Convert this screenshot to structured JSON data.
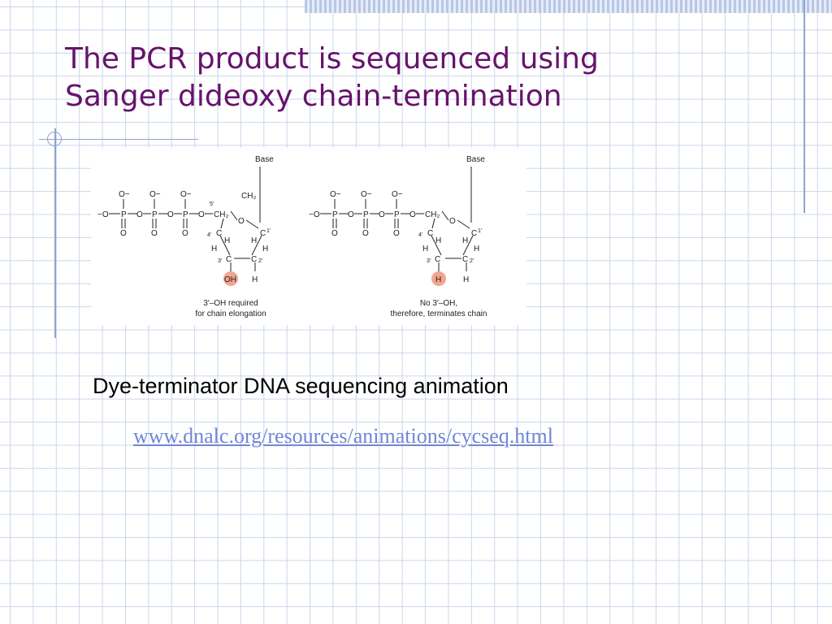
{
  "slide": {
    "title_lines": [
      "The PCR product is sequenced using",
      "Sanger dideoxy chain-termination"
    ],
    "caption": "Dye-terminator DNA sequencing animation",
    "link_text": "www.dnalc.org/resources/animations/cycseq.html"
  },
  "figure": {
    "common": {
      "base": "Base",
      "o_minus": "O−",
      "p": "P",
      "o": "O",
      "o_dash": "−O",
      "ch2": "CH₂",
      "c": "C",
      "h": "H",
      "pos5": "5′",
      "pos4": "4′",
      "pos3": "3′",
      "pos2": "2′",
      "pos1": "1′"
    },
    "left": {
      "highlight_group": "OH",
      "note_lines": [
        "3′–OH required",
        "for chain elongation"
      ]
    },
    "right": {
      "highlight_group": "H",
      "note_lines": [
        "No 3′–OH,",
        "therefore, terminates chain"
      ]
    },
    "colors": {
      "highlight": "#f4a590",
      "ink": "#222222"
    }
  },
  "colors": {
    "title": "#66136b",
    "link": "#6f86d6",
    "grid": "#c9d6ec",
    "rule": "#8ea4cf"
  }
}
